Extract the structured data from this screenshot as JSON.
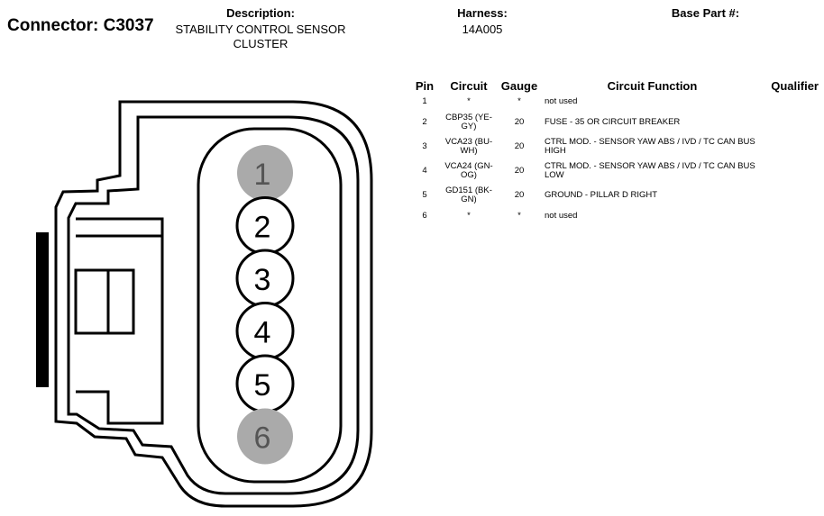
{
  "header": {
    "connector_label": "Connector: C3037",
    "description_label": "Description:",
    "description_value": "STABILITY CONTROL SENSOR CLUSTER",
    "harness_label": "Harness:",
    "harness_value": "14A005",
    "base_part_label": "Base Part #:"
  },
  "table": {
    "columns": [
      "Pin",
      "Circuit",
      "Gauge",
      "Circuit Function",
      "Qualifier"
    ],
    "rows": [
      {
        "pin": "1",
        "circuit": "*",
        "gauge": "*",
        "function": "not used",
        "qualifier": ""
      },
      {
        "pin": "2",
        "circuit": "CBP35 (YE-GY)",
        "gauge": "20",
        "function": "FUSE - 35 OR CIRCUIT BREAKER",
        "qualifier": ""
      },
      {
        "pin": "3",
        "circuit": "VCA23 (BU-WH)",
        "gauge": "20",
        "function": "CTRL MOD. - SENSOR YAW ABS / IVD / TC CAN BUS HIGH",
        "qualifier": ""
      },
      {
        "pin": "4",
        "circuit": "VCA24 (GN-OG)",
        "gauge": "20",
        "function": "CTRL MOD. - SENSOR YAW ABS / IVD / TC CAN BUS LOW",
        "qualifier": ""
      },
      {
        "pin": "5",
        "circuit": "GD151 (BK-GN)",
        "gauge": "20",
        "function": "GROUND - PILLAR D RIGHT",
        "qualifier": ""
      },
      {
        "pin": "6",
        "circuit": "*",
        "gauge": "*",
        "function": "not used",
        "qualifier": ""
      }
    ]
  },
  "diagram": {
    "pins": [
      {
        "label": "1",
        "used": false
      },
      {
        "label": "2",
        "used": true
      },
      {
        "label": "3",
        "used": true
      },
      {
        "label": "4",
        "used": true
      },
      {
        "label": "5",
        "used": true
      },
      {
        "label": "6",
        "used": false
      }
    ],
    "colors": {
      "unused_pin_fill": "#aaaaaa",
      "unused_pin_text": "#555555",
      "used_pin_fill": "#ffffff",
      "outline": "#000000"
    }
  }
}
